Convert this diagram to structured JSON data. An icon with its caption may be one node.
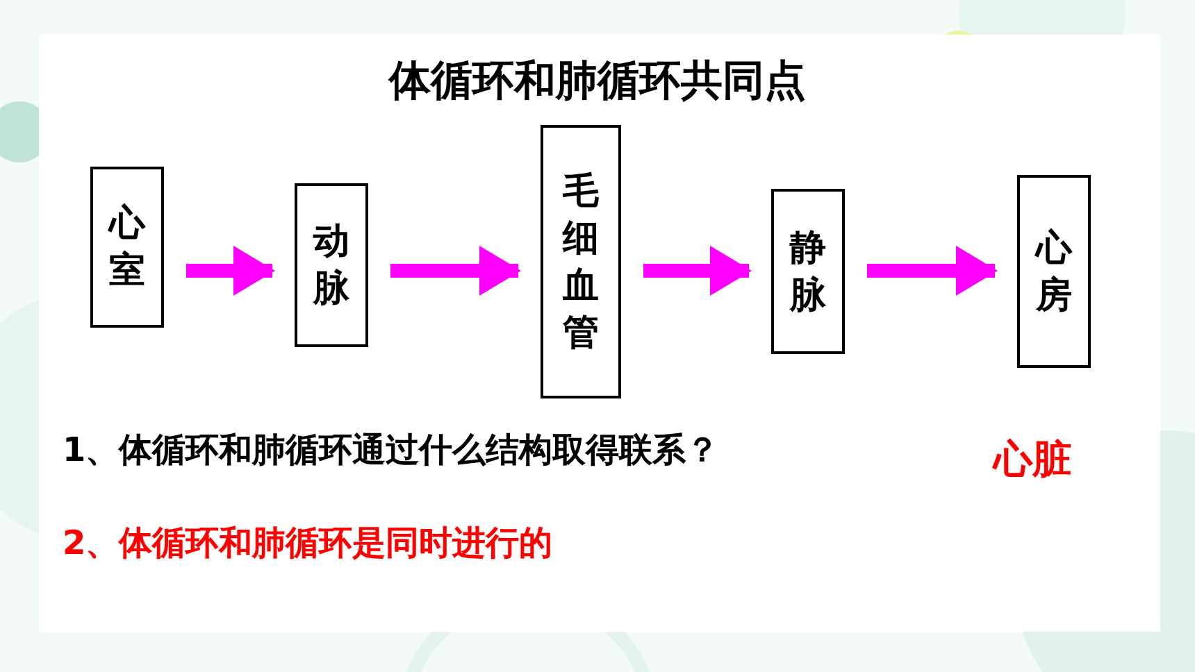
{
  "diagram": {
    "title": "体循环和肺循环共同点",
    "nodes": [
      {
        "text": [
          "心室"
        ]
      },
      {
        "text": [
          "动脉"
        ]
      },
      {
        "text": [
          "毛细血管"
        ]
      },
      {
        "text": [
          "静脉"
        ]
      },
      {
        "text": [
          "心房"
        ]
      }
    ],
    "edges": [
      {
        "from": 0,
        "to": 1,
        "arrow": "to"
      },
      {
        "from": 1,
        "to": 2,
        "arrow": "to"
      },
      {
        "from": 2,
        "to": 3,
        "arrow": "to"
      },
      {
        "from": 3,
        "to": 4,
        "arrow": "to"
      }
    ],
    "labels": [
      "1、体循环和肺循环通过什么结构取得联系？",
      "心脏",
      "2、体循环和肺循环是同时进行的"
    ]
  }
}
